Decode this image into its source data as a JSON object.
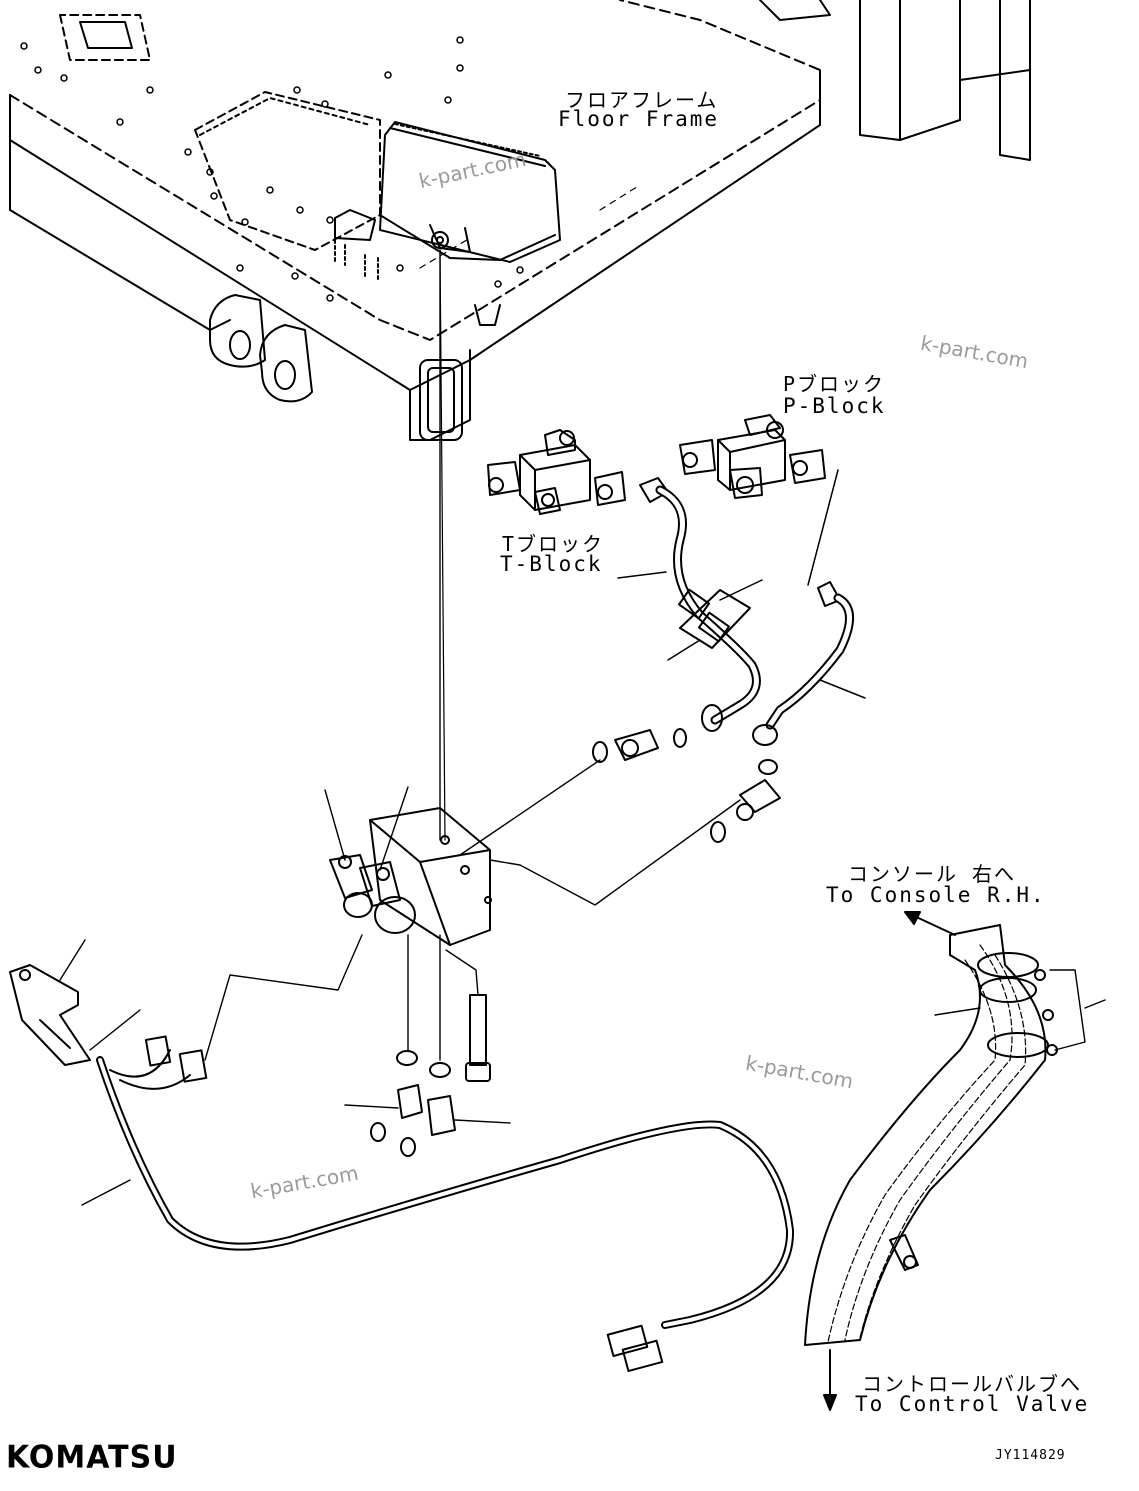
{
  "labels": {
    "floor_frame_jp": "フロアフレーム",
    "floor_frame_en": "Floor Frame",
    "p_block_jp": "Pブロック",
    "p_block_en": "P-Block",
    "t_block_jp": "Tブロック",
    "t_block_en": "T-Block",
    "console_jp": "コンソール 右へ",
    "console_en": "To Console R.H.",
    "control_valve_jp": "コントロールバルブへ",
    "control_valve_en": "To Control Valve"
  },
  "watermarks": [
    "k-part.com",
    "k-part.com",
    "k-part.com",
    "k-part.com"
  ],
  "brand": "KOMATSU",
  "drawing_code": "JY114829",
  "colors": {
    "line": "#000000",
    "watermark": "#9a9a9a",
    "background": "#ffffff"
  }
}
